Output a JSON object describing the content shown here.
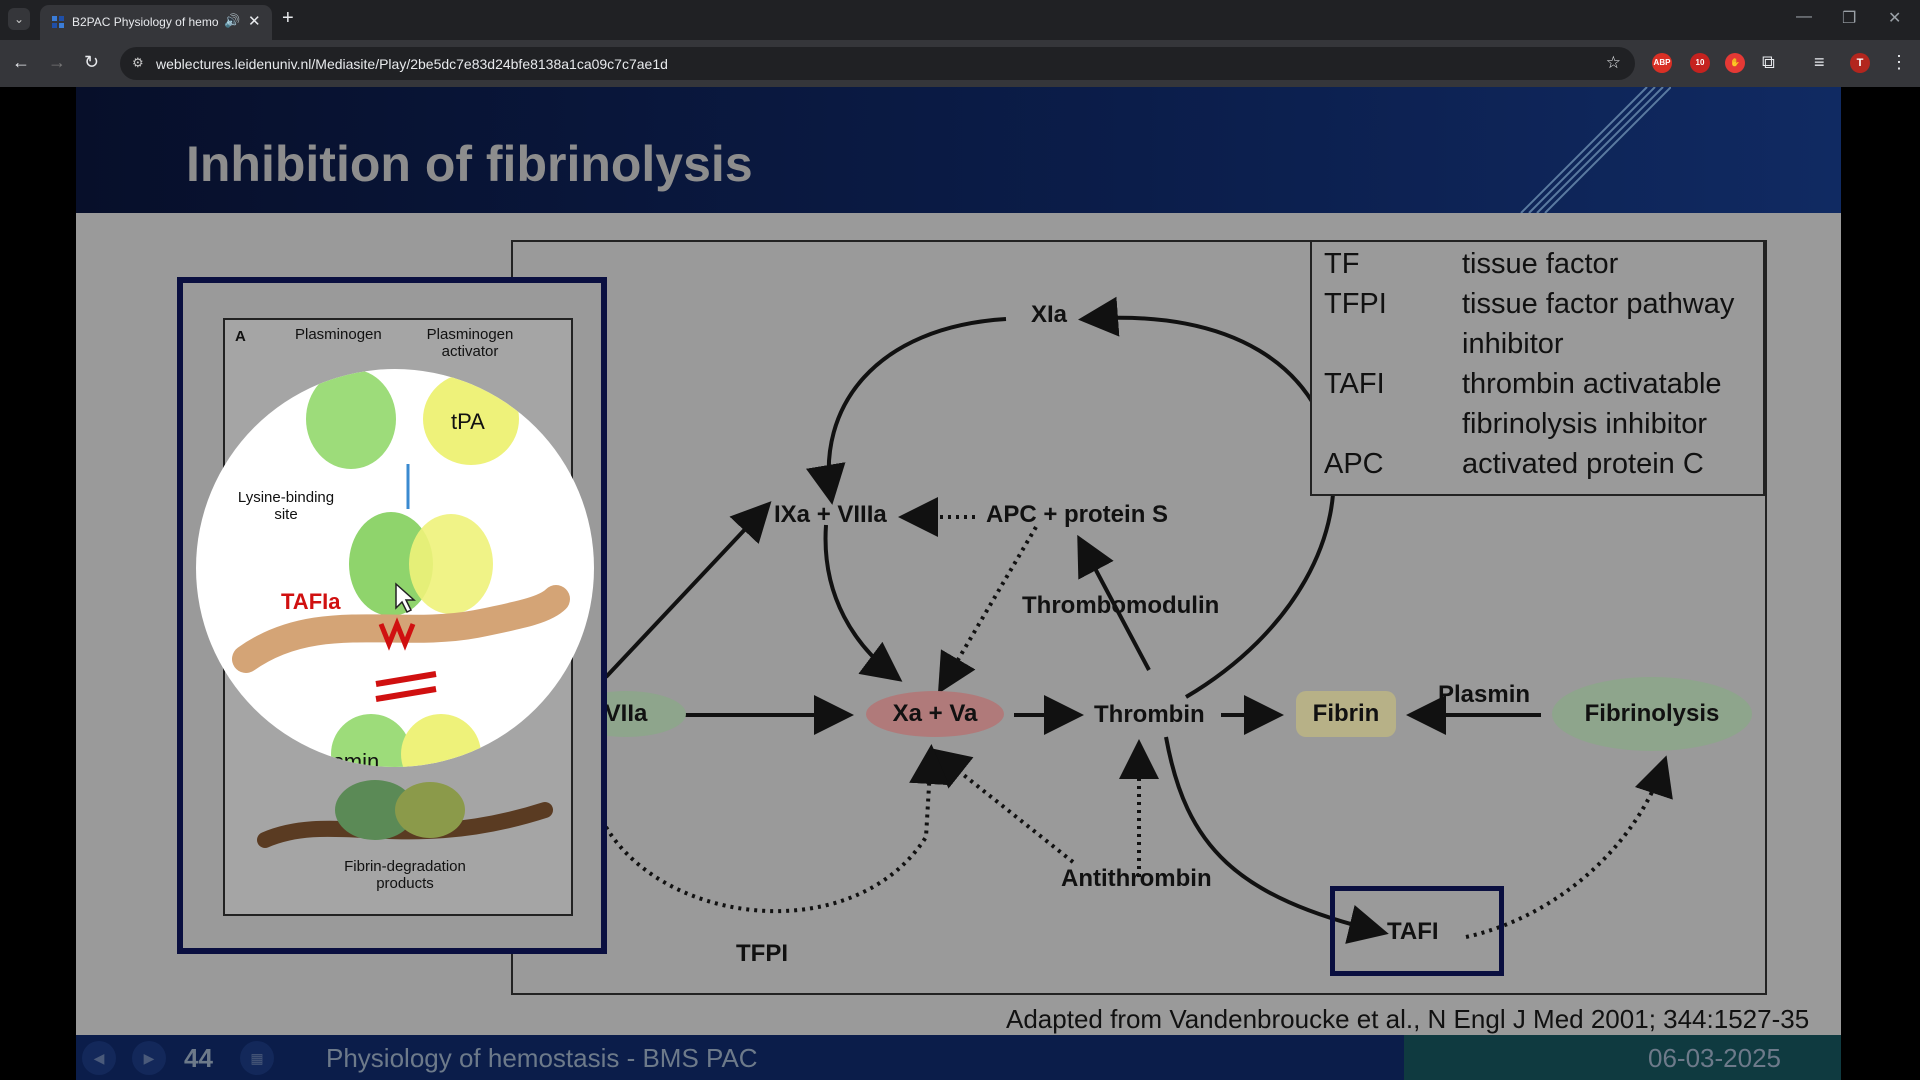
{
  "browser": {
    "tab_title": "B2PAC Physiology of hemo",
    "url": "weblectures.leidenuniv.nl/Mediasite/Play/2be5dc7e83d24bfe8138a1ca09c7c7ae1d",
    "ext_abp": "ABP",
    "ext_badge": "10",
    "profile_initial": "T"
  },
  "slide": {
    "title": "Inhibition of fibrinolysis",
    "legend": [
      {
        "abbr": "TF",
        "def": "tissue factor",
        "def2": ""
      },
      {
        "abbr": "TFPI",
        "def": "tissue factor pathway",
        "def2": "inhibitor"
      },
      {
        "abbr": "TAFI",
        "def": "thrombin activatable",
        "def2": "fibrinolysis inhibitor"
      },
      {
        "abbr": "APC",
        "def": "activated protein C",
        "def2": ""
      }
    ],
    "nodes": {
      "xia": "XIa",
      "ixa": "IXa + VIIIa",
      "apc": "APC + protein S",
      "thrombomodulin": "Thrombomodulin",
      "viia": "VIIa",
      "xava": "Xa + Va",
      "thrombin": "Thrombin",
      "fibrin": "Fibrin",
      "plasmin": "Plasmin",
      "fibrinolysis": "Fibrinolysis",
      "antithrombin": "Antithrombin",
      "tafi": "TAFI",
      "tfpi": "TFPI"
    },
    "figure": {
      "panel_letter": "A",
      "plasminogen": "Plasminogen",
      "activator": "Plasminogen activator",
      "tpa": "tPA",
      "lysine": "Lysine-binding site",
      "tafia": "TAFIa",
      "fibrin": "Fibrin",
      "plasmin": "Plasmin",
      "degradation": "Fibrin-degradation products"
    },
    "caption": "Adapted from Vandenbroucke et al., N Engl J Med 2001; 344:1527-35",
    "footer": {
      "slide_number": "44",
      "title": "Physiology of hemostasis - BMS PAC",
      "date": "06-03-2025"
    }
  }
}
